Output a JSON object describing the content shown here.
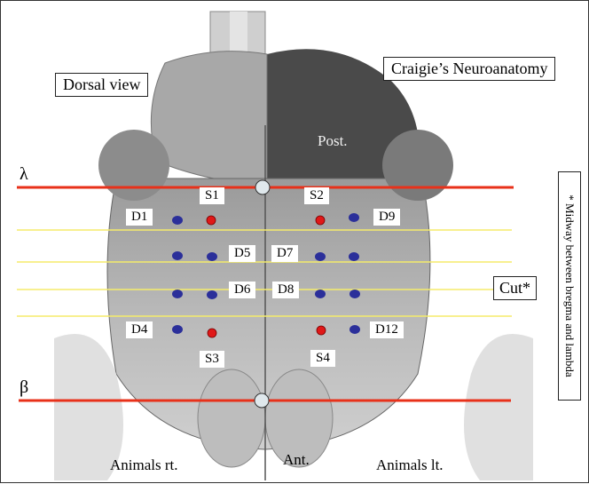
{
  "view_label": "Dorsal view",
  "source_label": "Craigie’s Neuroanatomy",
  "region_labels": {
    "posterior": "Post.",
    "anterior": "Ant.",
    "right": "Animals rt.",
    "left": "Animals lt."
  },
  "landmarks": {
    "lambda": "λ",
    "bregma": "β"
  },
  "cut_label": "Cut*",
  "footnote": "* Midway between bregma and lambda",
  "electrodes": {
    "stimulation": [
      "S1",
      "S2",
      "S3",
      "S4"
    ],
    "recording": [
      "D1",
      "D9",
      "D5",
      "D7",
      "D6",
      "D8",
      "D4",
      "D12"
    ]
  },
  "colors": {
    "landmark_line": "#e8311a",
    "cut_line": "#f5ec6b",
    "stimulation_dot": "#e01818",
    "recording_dot": "#2b2f9a"
  }
}
